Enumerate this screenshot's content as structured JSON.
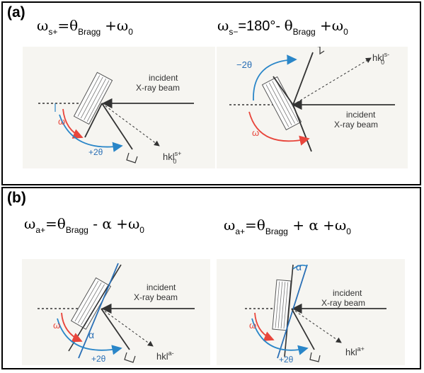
{
  "panel_a": {
    "tag": "(a)",
    "left_eq": {
      "omega": "ω",
      "sub1": "s+",
      "eq": "=",
      "theta": "θ",
      "bragg": "Bragg",
      "plus": "+ω",
      "sub0": "0"
    },
    "right_eq": {
      "omega": "ω",
      "sub1": "s−",
      "mid": "=180°- ",
      "theta": "θ",
      "bragg": "Bragg",
      "plus": " +ω",
      "sub0": "0"
    },
    "left_diagram": {
      "incident_line1": "incident",
      "incident_line2": "X-ray beam",
      "omega": "ω",
      "two_theta": "+2θ",
      "hkl": "hkl",
      "hkl_sub": "0",
      "hkl_sup": "s+"
    },
    "right_diagram": {
      "incident_line1": "incident",
      "incident_line2": "X-ray beam",
      "omega": "ω",
      "two_theta": "−2θ",
      "hkl": "hkl",
      "hkl_sub": "0",
      "hkl_sup": "s-"
    }
  },
  "panel_b": {
    "tag": "(b)",
    "left_eq": {
      "omega": "ω",
      "sub1": "a+",
      "eq": "=",
      "theta": "θ",
      "bragg": "Bragg",
      "minus": " - α +ω",
      "sub0": "0"
    },
    "right_eq": {
      "omega": "ω",
      "sub1": "a+",
      "eq": "=",
      "theta": "θ",
      "bragg": "Bragg",
      "plus": " + α +ω",
      "sub0": "0"
    },
    "left_diagram": {
      "incident_line1": "incident",
      "incident_line2": "X-ray beam",
      "omega": "ω",
      "alpha": "α",
      "two_theta": "+2θ",
      "hkl": "hkl",
      "hkl_sup": "a-"
    },
    "right_diagram": {
      "incident_line1": "incident",
      "incident_line2": "X-ray beam",
      "omega": "ω",
      "alpha": "α",
      "two_theta": "+2θ",
      "hkl": "hkl",
      "hkl_sup": "a+"
    }
  },
  "colors": {
    "red_arc": "#e8463c",
    "blue_arc": "#2a86c8",
    "blue_line": "#2a6fb5",
    "beam": "#333333"
  }
}
